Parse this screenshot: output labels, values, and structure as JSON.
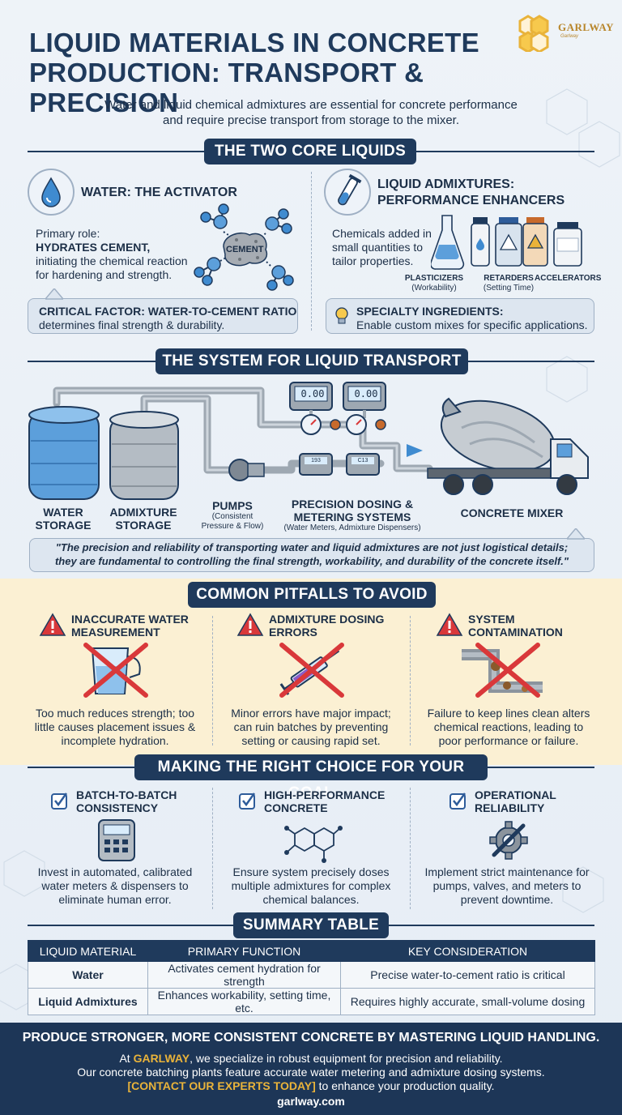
{
  "header": {
    "title_line1": "LIQUID MATERIALS IN CONCRETE",
    "title_line2": "PRODUCTION: TRANSPORT & PRECISION",
    "logo_name": "GARLWAY",
    "logo_sub": "Garlway",
    "intro_line1": "Water and liquid chemical admixtures are essential for concrete performance",
    "intro_line2": "and require precise transport from storage to the mixer."
  },
  "core": {
    "banner": "THE TWO CORE LIQUIDS",
    "water": {
      "heading": "WATER: THE ACTIVATOR",
      "role_label": "Primary role:",
      "role_bold": "HYDRATES CEMENT,",
      "role_line1": "initiating the chemical reaction",
      "role_line2": "for hardening and strength.",
      "cement_label": "CEMENT",
      "callout_bold": "CRITICAL FACTOR: WATER-TO-CEMENT RATIO",
      "callout_text": "determines final strength & durability."
    },
    "admix": {
      "heading_line1": "LIQUID ADMIXTURES:",
      "heading_line2": "PERFORMANCE ENHANCERS",
      "text_line1": "Chemicals added in",
      "text_line2": "small quantities to",
      "text_line3": "tailor properties.",
      "types": [
        {
          "name": "PLASTICIZERS",
          "note": "(Workability)"
        },
        {
          "name": "RETARDERS",
          "note": "(Setting Time)"
        },
        {
          "name": "ACCELERATORS",
          "note": ""
        }
      ],
      "callout_bold": "SPECIALTY INGREDIENTS:",
      "callout_text": "Enable custom mixes for specific applications."
    }
  },
  "system": {
    "banner": "THE SYSTEM FOR LIQUID TRANSPORT",
    "meter_reading": "0.00",
    "small_reading_1": "193",
    "small_reading_2": "C13",
    "water_label_1": "WATER",
    "water_label_2": "STORAGE",
    "admix_label_1": "ADMIXTURE",
    "admix_label_2": "STORAGE",
    "pumps_label": "PUMPS",
    "pumps_note_1": "(Consistent",
    "pumps_note_2": "Pressure & Flow)",
    "dosing_label_1": "PRECISION DOSING &",
    "dosing_label_2": "METERING SYSTEMS",
    "dosing_note": "(Water Meters, Admixture Dispensers)",
    "mixer_label": "CONCRETE MIXER",
    "quote_line1": "\"The precision and reliability of transporting water and liquid admixtures are not just logistical details;",
    "quote_line2": "they are fundamental to controlling the final strength, workability, and durability of the concrete itself.\""
  },
  "pitfalls": {
    "banner": "COMMON PITFALLS TO AVOID",
    "items": [
      {
        "title_1": "INACCURATE WATER",
        "title_2": "MEASUREMENT",
        "text_1": "Too much reduces strength; too",
        "text_2": "little causes placement issues &",
        "text_3": "incomplete hydration."
      },
      {
        "title_1": "ADMIXTURE DOSING",
        "title_2": "ERRORS",
        "text_1": "Minor errors have major impact;",
        "text_2": "can ruin batches by preventing",
        "text_3": "setting or causing rapid set."
      },
      {
        "title_1": "SYSTEM",
        "title_2": "CONTAMINATION",
        "text_1": "Failure to keep lines clean alters",
        "text_2": "chemical reactions, leading to",
        "text_3": "poor performance or failure."
      }
    ]
  },
  "choice": {
    "banner": "MAKING THE RIGHT CHOICE FOR YOUR GOAL",
    "items": [
      {
        "title_1": "BATCH-TO-BATCH",
        "title_2": "CONSISTENCY",
        "text_1": "Invest in automated, calibrated",
        "text_2": "water meters & dispensers to",
        "text_3": "eliminate human error."
      },
      {
        "title_1": "HIGH-PERFORMANCE",
        "title_2": "CONCRETE",
        "text_1": "Ensure system precisely doses",
        "text_2": "multiple admixtures for complex",
        "text_3": "chemical balances."
      },
      {
        "title_1": "OPERATIONAL",
        "title_2": "RELIABILITY",
        "text_1": "Implement strict maintenance for",
        "text_2": "pumps, valves, and meters to",
        "text_3": "prevent downtime."
      }
    ]
  },
  "summary": {
    "banner": "SUMMARY TABLE",
    "headers": [
      "LIQUID MATERIAL",
      "PRIMARY FUNCTION",
      "KEY CONSIDERATION"
    ],
    "rows": [
      [
        "Water",
        "Activates cement hydration for strength",
        "Precise water-to-cement ratio is critical"
      ],
      [
        "Liquid Admixtures",
        "Enhances workability, setting time, etc.",
        "Requires highly accurate, small-volume dosing"
      ]
    ]
  },
  "footer": {
    "headline": "PRODUCE STRONGER, MORE CONSISTENT CONCRETE BY MASTERING LIQUID HANDLING.",
    "line1_pre": "At ",
    "line1_brand": "GARLWAY",
    "line1_post": ", we specialize in robust equipment for precision and reliability.",
    "line2": "Our concrete batching plants feature accurate water metering and admixture dosing systems.",
    "cta": "[CONTACT OUR EXPERTS TODAY]",
    "line3_post": " to enhance your production quality.",
    "website": "garlway.com"
  },
  "colors": {
    "navy": "#1f3a5c",
    "gold": "#e9b33a",
    "pitfall_band": "#fbf0d3",
    "warning_red": "#d9383a"
  }
}
